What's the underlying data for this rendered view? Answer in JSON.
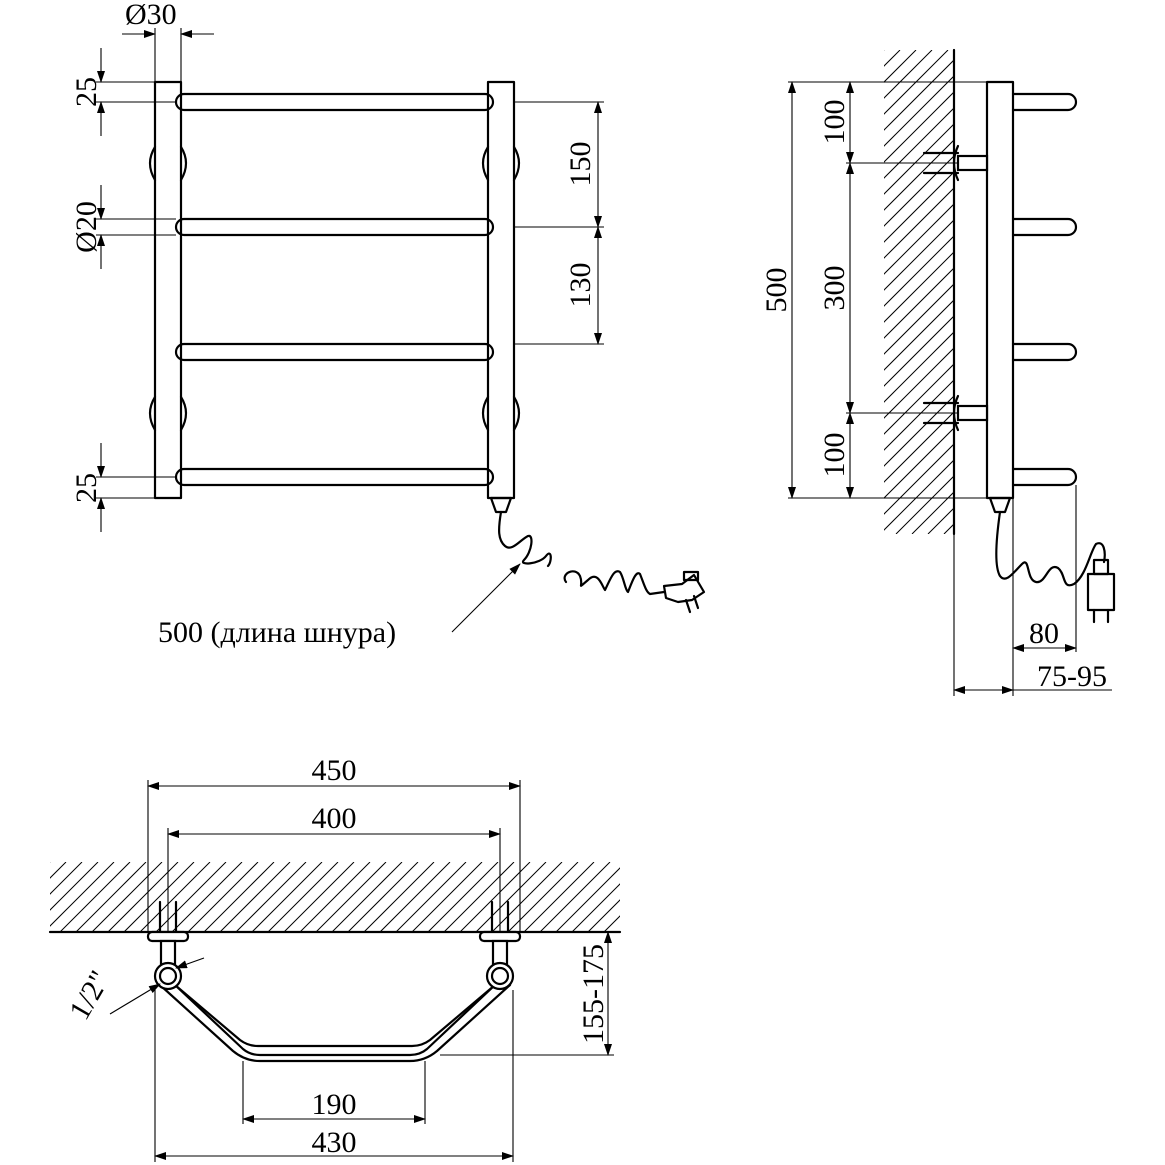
{
  "front_view": {
    "dims": {
      "tube_diameter": "Ø30",
      "top_offset": "25",
      "bottom_offset": "25",
      "rung_diameter": "Ø20",
      "upper_spacing": "150",
      "middle_spacing": "130"
    },
    "cord_note": "500 (длина шнура)"
  },
  "side_view": {
    "dims": {
      "height": "500",
      "top_mount": "100",
      "mount_spacing": "300",
      "bottom_mount": "100",
      "depth": "80",
      "wall_gap": "75-95"
    }
  },
  "top_view": {
    "dims": {
      "overall_width": "450",
      "axis_width": "400",
      "connection": "1/2\"",
      "wall_distance": "155-175",
      "inner_width": "190",
      "outer_width": "430"
    }
  }
}
